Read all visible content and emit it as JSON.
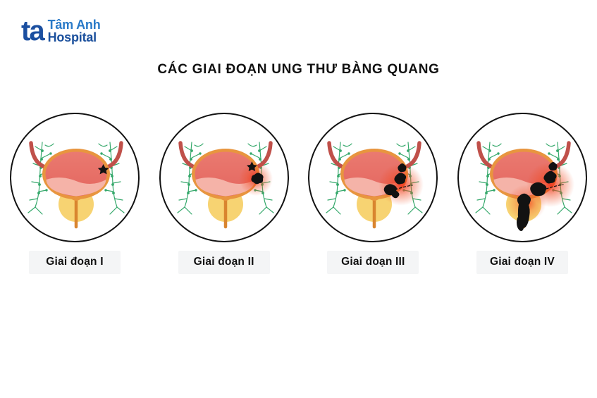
{
  "logo": {
    "mark": "ta",
    "line1": "Tâm Anh",
    "line2": "Hospital",
    "mark_color": "#1b4fa0",
    "line1_color": "#2a7ac8",
    "line2_color": "#1a4f9c"
  },
  "title": "CÁC GIAI ĐOẠN UNG THƯ BÀNG QUANG",
  "colors": {
    "disc_outline": "#121212",
    "bladder_wall": "#e8953f",
    "bladder_interior": "#e8716a",
    "urine_pool": "#f5b3a8",
    "prostate": "#f7d372",
    "ureter": "#c0504a",
    "urethra": "#d9852f",
    "lymph_vessel": "#35a86b",
    "tumor": "#121212",
    "inflammation_glow": "#f03018",
    "label_background": "#f4f5f6",
    "label_text": "#101010"
  },
  "stages": [
    {
      "id": "stage-1",
      "label": "Giai đoạn I",
      "tumor_count": 1,
      "tumor_description": "small single black tumor nodule on inner bladder wall, no glow",
      "glow": "none",
      "invades_prostate": false
    },
    {
      "id": "stage-2",
      "label": "Giai đoạn II",
      "tumor_count": 2,
      "tumor_description": "tumor mass penetrating the muscular bladder wall",
      "glow": "small",
      "invades_prostate": false
    },
    {
      "id": "stage-3",
      "label": "Giai đoạn III",
      "tumor_count": 4,
      "tumor_description": "tumor extends beyond bladder wall toward nearby lymph vessels",
      "glow": "medium",
      "invades_prostate": false
    },
    {
      "id": "stage-4",
      "label": "Giai đoạn IV",
      "tumor_count": 6,
      "tumor_description": "extensive tumor invading the prostate and surrounding organs",
      "glow": "large",
      "invades_prostate": true
    }
  ]
}
